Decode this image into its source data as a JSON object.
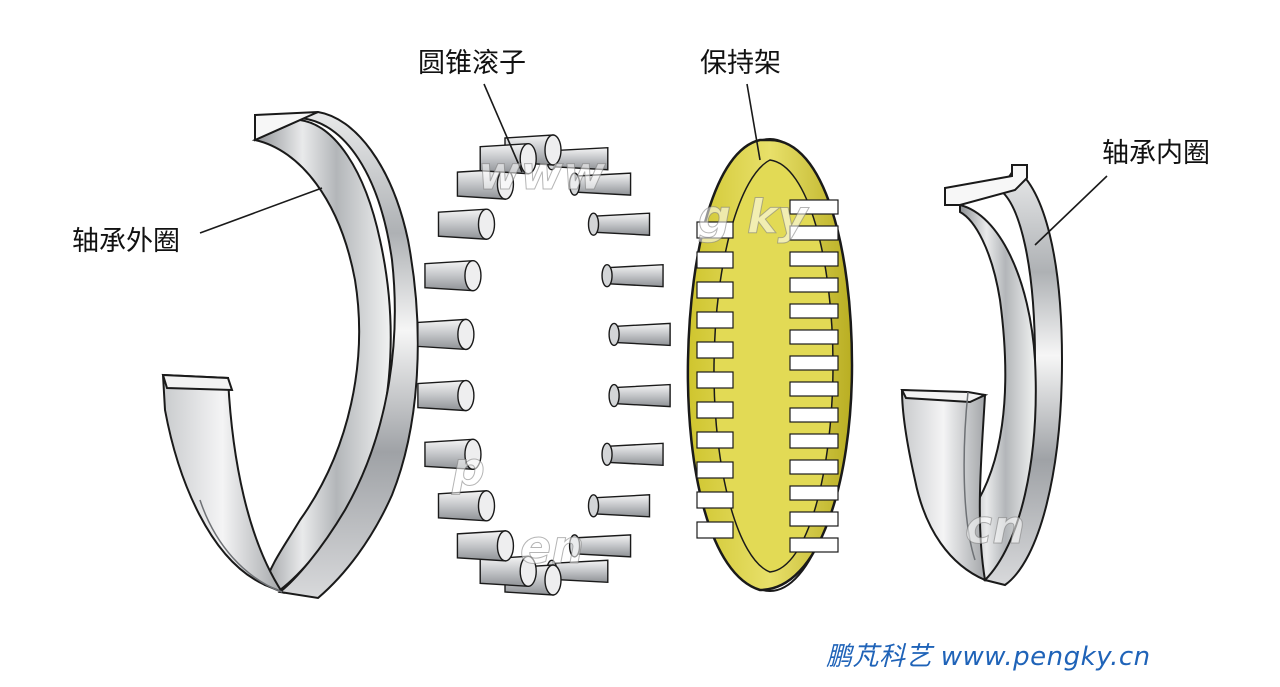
{
  "labels": {
    "outer_ring": "轴承外圈",
    "rollers": "圆锥滚子",
    "cage": "保持架",
    "inner_ring": "轴承内圈"
  },
  "watermark": "鹏芃科艺 www.pengky.cn",
  "colors": {
    "steel_light": "#f2f3f4",
    "steel_mid": "#b9bcbf",
    "steel_dark": "#7d8084",
    "cage_yellow": "#d9cf3c",
    "cage_shadow": "#a99e1c",
    "watermark_blue": "#1f63b8"
  }
}
